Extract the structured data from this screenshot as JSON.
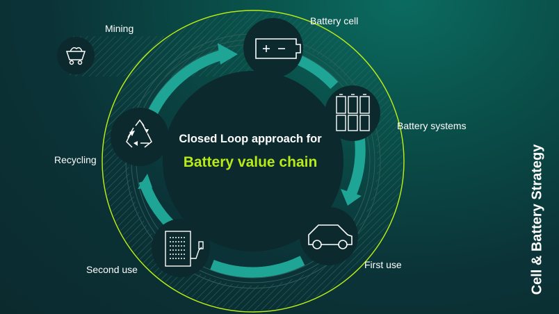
{
  "side_title": "Cell & Battery Strategy",
  "center": {
    "title": "Closed Loop approach for",
    "subtitle": "Battery value chain"
  },
  "stages": {
    "mining": {
      "label": "Mining",
      "icon": "mine-cart-icon"
    },
    "battery_cell": {
      "label": "Battery cell",
      "icon": "battery-cell-icon"
    },
    "battery_systems": {
      "label": "Battery systems",
      "icon": "battery-modules-icon"
    },
    "first_use": {
      "label": "First use",
      "icon": "car-icon"
    },
    "second_use": {
      "label": "Second use",
      "icon": "charging-station-icon"
    },
    "recycling": {
      "label": "Recycling",
      "icon": "recycle-icon"
    }
  },
  "colors": {
    "accent_lime": "#b7ea18",
    "arrow_teal": "#1fa596",
    "node_fill": "#0c2a2d",
    "background": "#0b3337"
  }
}
